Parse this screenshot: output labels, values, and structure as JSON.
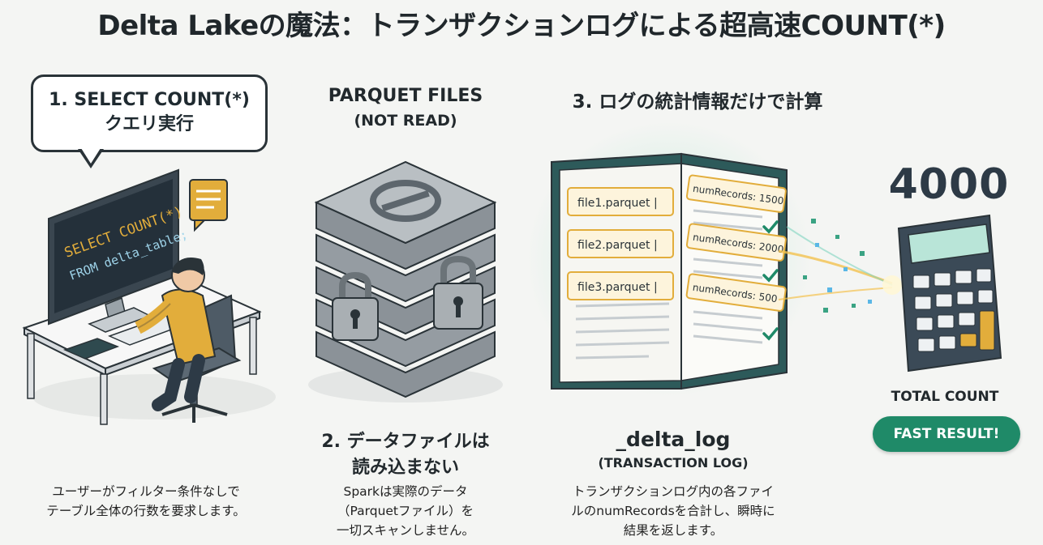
{
  "title": "Delta Lakeの魔法：トランザクションログによる超高速COUNT(*)",
  "step1": {
    "bubble_line1": "1. SELECT COUNT(*)",
    "bubble_line2": "クエリ実行",
    "screen_line1": "SELECT COUNT(*)",
    "screen_line2": "FROM delta_table;",
    "description_line1": "ユーザーがフィルター条件なしで",
    "description_line2": "テーブル全体の行数を要求します。"
  },
  "step2": {
    "top_label_line1": "PARQUET FILES",
    "top_label_line2": "(NOT READ)",
    "heading_line1": "2. データファイルは",
    "heading_line2": "読み込まない",
    "description_line1": "Sparkは実際のデータ",
    "description_line2": "（Parquetファイル）を",
    "description_line3": "一切スキャンしません。"
  },
  "step3": {
    "heading": "3. ログの統計情報だけで計算",
    "files": [
      {
        "name": "file1.parquet |",
        "records": "numRecords: 1500"
      },
      {
        "name": "file2.parquet |",
        "records": "numRecords: 2000"
      },
      {
        "name": "file3.parquet |",
        "records": "numRecords: 500"
      }
    ],
    "log_name": "_delta_log",
    "log_subtitle": "(TRANSACTION LOG)",
    "description_line1": "トランザクションログ内の各ファイ",
    "description_line2": "ルのnumRecordsを合計し、瞬時に",
    "description_line3": "結果を返します。"
  },
  "result": {
    "count": "4000",
    "label": "TOTAL COUNT",
    "badge": "FAST RESULT!"
  },
  "colors": {
    "accent_green": "#1f8a68",
    "gold": "#e2ad3b",
    "dark_navy": "#2d3a46"
  }
}
